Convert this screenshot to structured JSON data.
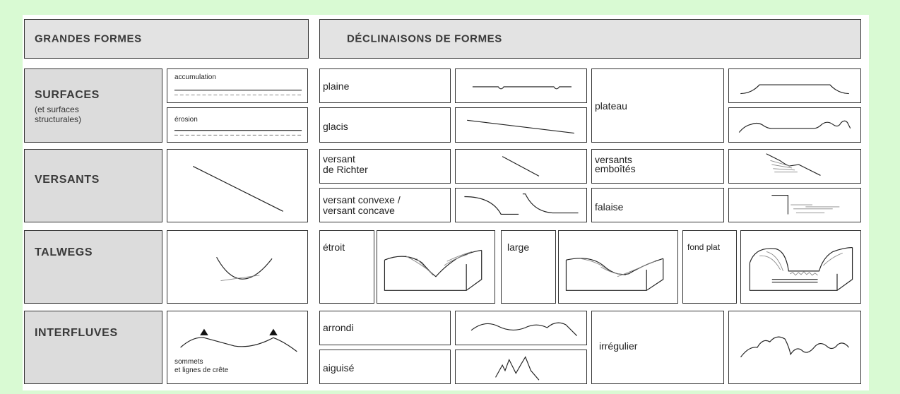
{
  "headers": {
    "grandes_formes": "GRANDES FORMES",
    "declinaisons": "DÉCLINAISONS DE FORMES"
  },
  "categories": {
    "surfaces": {
      "title": "SURFACES",
      "subtitle": "(et surfaces\nstructurales)"
    },
    "versants": {
      "title": "VERSANTS"
    },
    "talwegs": {
      "title": "TALWEGS"
    },
    "interfluves": {
      "title": "INTERFLUVES"
    }
  },
  "symbols": {
    "accumulation": "accumulation",
    "erosion": "érosion",
    "sommets": "sommets\net lignes de crête"
  },
  "forms": {
    "plaine": "plaine",
    "glacis": "glacis",
    "plateau": "plateau",
    "versant_richter": "versant\nde Richter",
    "versants_emboites": "versants\nemboîtés",
    "versant_convexe": "versant convexe /\nversant concave",
    "falaise": "falaise",
    "etroit": "étroit",
    "large": "large",
    "fond_plat": "fond plat",
    "arrondi": "arrondi",
    "aiguise": "aiguisé",
    "irregulier": "irrégulier"
  },
  "colors": {
    "background": "#d9fad3",
    "header_fill": "#e3e3e3",
    "category_fill": "#dcdcdc"
  }
}
